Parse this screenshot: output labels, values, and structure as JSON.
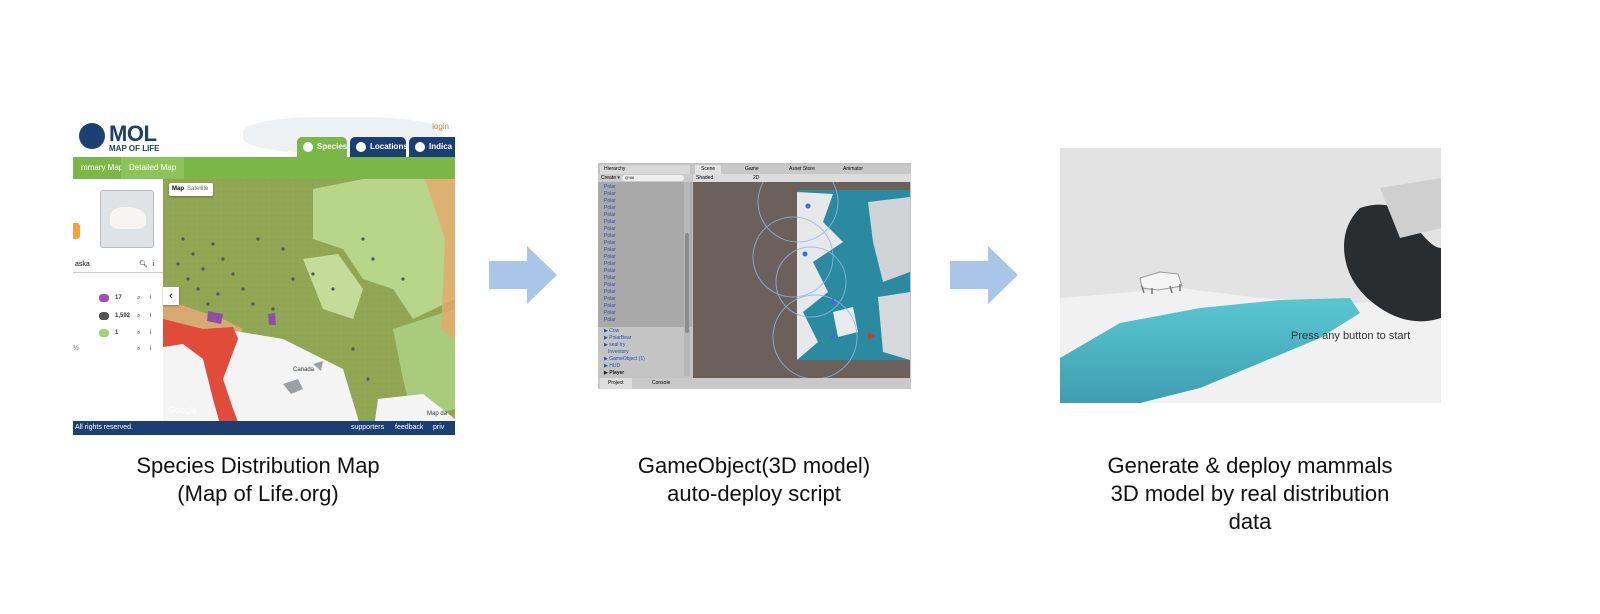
{
  "captions": {
    "step1": [
      "Species Distribution Map",
      "(Map of Life.org)"
    ],
    "step2": [
      "GameObject(3D model)",
      "auto-deploy script"
    ],
    "step3": [
      "Generate & deploy mammals",
      "3D model by real distribution",
      "data"
    ]
  },
  "mol": {
    "logo": "MOL",
    "logo_sub": "MAP OF LIFE",
    "login": "login",
    "tabs": [
      "Species",
      "Locations",
      "Indica"
    ],
    "subtabs": [
      "mmary Map",
      "Detailed Map"
    ],
    "search_text": "aska",
    "map_toggle": [
      "Map",
      "Satellite"
    ],
    "legend": [
      {
        "count": "17",
        "color": "#a04fb0"
      },
      {
        "count": "1,592",
        "color": "#555555"
      },
      {
        "count": "1",
        "color": "#9dd47a"
      },
      {
        "count": "",
        "color": ""
      }
    ],
    "left_glyph": "½",
    "map_label": "Canada",
    "google": "Google",
    "map_data": "Map da",
    "footer_left": "All rights reserved.",
    "footer_links": [
      "supporters",
      "feedback",
      "priv"
    ],
    "colors": {
      "brand": "#1c3f73",
      "green": "#7ab648",
      "tab_species": "#7ab648"
    }
  },
  "unity": {
    "hierarchy_tab": "Hierarchy",
    "create_label": "Create ▾",
    "search_label": "Q*All",
    "scene_tabs": [
      "Scene",
      "Game",
      "Asset Store",
      "Animator"
    ],
    "shaded": "Shaded",
    "mode_2d": "2D",
    "items_top": [
      "Polar",
      "Polar",
      "Polar",
      "Polar",
      "Polar",
      "Polar",
      "Polar",
      "Polar",
      "Polar",
      "Polar",
      "Polar",
      "Polar",
      "Polar",
      "Polar",
      "Polar",
      "Polar",
      "Polar",
      "Polar",
      "Polar",
      "Polar"
    ],
    "items_bottom": [
      "▶ Cow",
      "▶ PolarBear",
      "▶ seal try",
      "Inventory",
      "▶ GameObject (1)",
      "▶ HUD",
      "▶ Player"
    ],
    "bottom_tabs": [
      "Project",
      "Console"
    ]
  },
  "photo": {
    "press_text": "Press any button to start"
  },
  "colors": {
    "arrow": "#a9c6e8"
  }
}
